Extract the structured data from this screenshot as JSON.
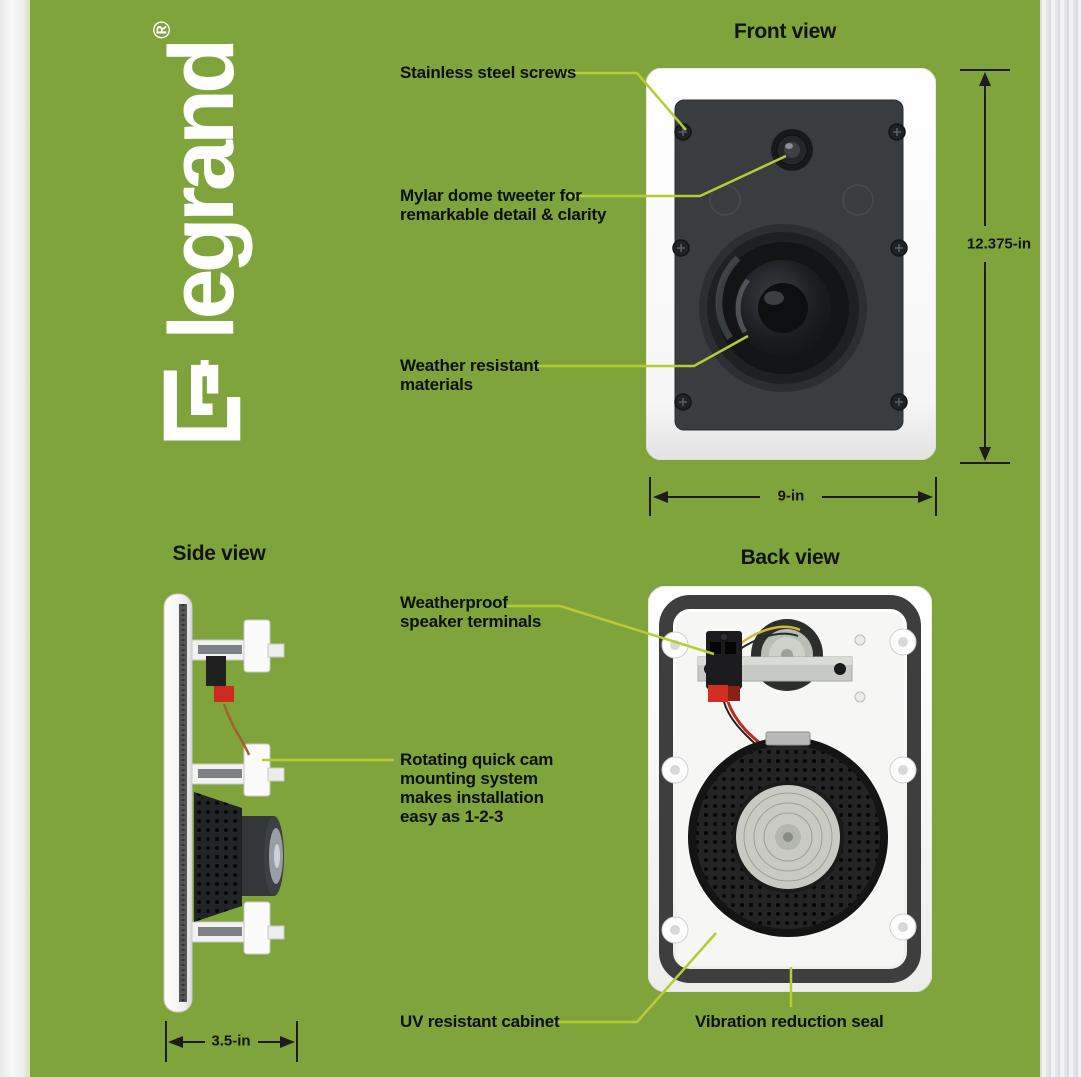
{
  "page": {
    "background_color": "#80a43c",
    "callout_line_color": "#b6cc33",
    "dimension_line_color": "#1c1c1c"
  },
  "brand": {
    "wordmark": "legrand",
    "registered_mark": "®"
  },
  "headings": {
    "front": "Front view",
    "side": "Side view",
    "back": "Back view"
  },
  "dimensions": {
    "front_height": "12.375-in",
    "front_width": "9-in",
    "side_depth": "3.5-in"
  },
  "callouts": {
    "screws": {
      "lines": [
        "Stainless steel screws"
      ]
    },
    "tweeter": {
      "lines": [
        "Mylar dome tweeter for",
        "remarkable detail & clarity"
      ]
    },
    "materials": {
      "lines": [
        "Weather resistant",
        "materials"
      ]
    },
    "terminals": {
      "lines": [
        "Weatherproof",
        "speaker terminals"
      ]
    },
    "mounting": {
      "lines": [
        "Rotating quick cam",
        "mounting system",
        "makes installation",
        "easy as 1-2-3"
      ]
    },
    "cabinet": {
      "lines": [
        "UV resistant cabinet"
      ]
    },
    "seal": {
      "lines": [
        "Vibration reduction seal"
      ]
    }
  }
}
